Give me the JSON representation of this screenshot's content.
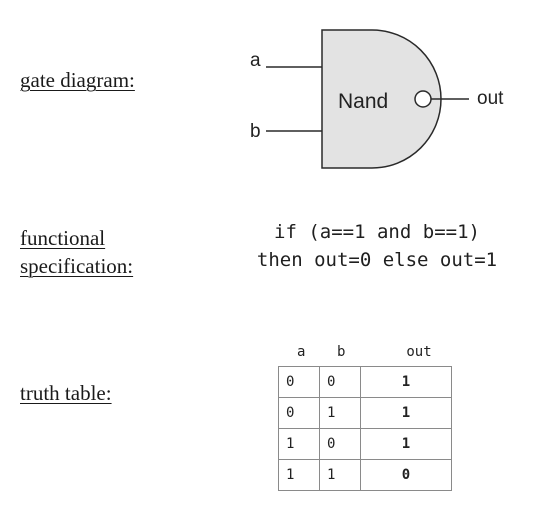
{
  "labels": {
    "gate_diagram": "gate diagram:",
    "functional_line1": "functional",
    "functional_line2": "specification:",
    "truth_table": "truth table:"
  },
  "gate": {
    "name": "Nand",
    "input_a": "a",
    "input_b": "b",
    "output": "out"
  },
  "spec": {
    "line1": "if (a==1 and b==1)",
    "line2": "then out=0 else out=1"
  },
  "truth_table": {
    "headers": {
      "a": "a",
      "b": "b",
      "out": "out"
    },
    "rows": [
      {
        "a": "0",
        "b": "0",
        "out": "1"
      },
      {
        "a": "0",
        "b": "1",
        "out": "1"
      },
      {
        "a": "1",
        "b": "0",
        "out": "1"
      },
      {
        "a": "1",
        "b": "1",
        "out": "0"
      }
    ]
  },
  "colors": {
    "gate_fill": "#e3e3e3",
    "line": "#2a2a2a",
    "table_border": "#8a8a8a"
  }
}
